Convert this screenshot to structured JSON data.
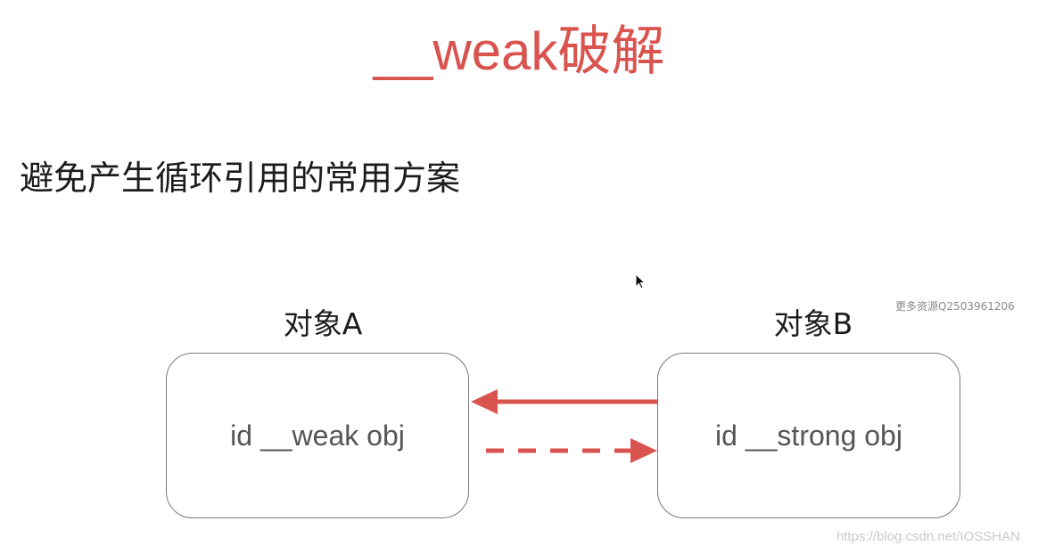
{
  "slide": {
    "title": "__weak破解",
    "subtitle": "避免产生循环引用的常用方案"
  },
  "diagram": {
    "object_a": {
      "label": "对象A",
      "content": "id __weak obj"
    },
    "object_b": {
      "label": "对象B",
      "content": "id __strong obj"
    },
    "relations": [
      {
        "from": "对象B",
        "to": "对象A",
        "style": "solid",
        "color": "#d9534f"
      },
      {
        "from": "对象A",
        "to": "对象B",
        "style": "dashed",
        "color": "#d9534f"
      }
    ]
  },
  "watermarks": {
    "side": "更多资源Q2503961206",
    "url": "https://blog.csdn.net/IOSSHAN"
  },
  "colors": {
    "accent": "#d9534f",
    "text": "#1c1c1c",
    "box_border": "#7a7a7a",
    "box_text": "#555555"
  }
}
